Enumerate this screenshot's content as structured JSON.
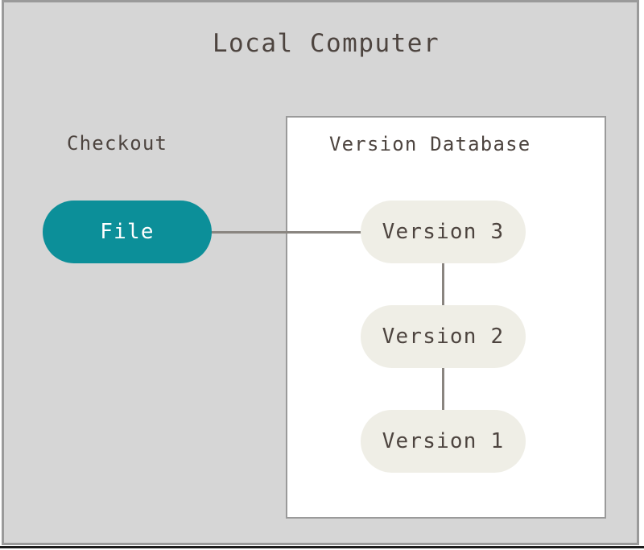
{
  "diagram": {
    "title": "Local Computer",
    "type": "version-control-checkout-diagram",
    "colors": {
      "outer_panel_background": "#d6d6d6",
      "outer_panel_border": "#9a9a9a",
      "inner_panel_background": "#ffffff",
      "inner_panel_border": "#9a9a9a",
      "file_node_fill": "#0c8f99",
      "file_node_text": "#ffffff",
      "version_node_fill": "#efeee6",
      "version_node_text": "#4d443f",
      "connector_line": "#8a8580",
      "label_text": "#4d443f"
    },
    "sections": {
      "checkout": {
        "label": "Checkout",
        "node": {
          "label": "File",
          "shape": "rounded-pill",
          "fill": "#0c8f99"
        }
      },
      "version_database": {
        "label": "Version Database",
        "nodes": [
          {
            "label": "Version 3",
            "shape": "rounded-pill",
            "fill": "#efeee6"
          },
          {
            "label": "Version 2",
            "shape": "rounded-pill",
            "fill": "#efeee6"
          },
          {
            "label": "Version 1",
            "shape": "rounded-pill",
            "fill": "#efeee6"
          }
        ]
      }
    },
    "connectors": [
      {
        "from": "File",
        "to": "Version 3",
        "orientation": "horizontal"
      },
      {
        "from": "Version 3",
        "to": "Version 2",
        "orientation": "vertical"
      },
      {
        "from": "Version 2",
        "to": "Version 1",
        "orientation": "vertical"
      }
    ]
  }
}
